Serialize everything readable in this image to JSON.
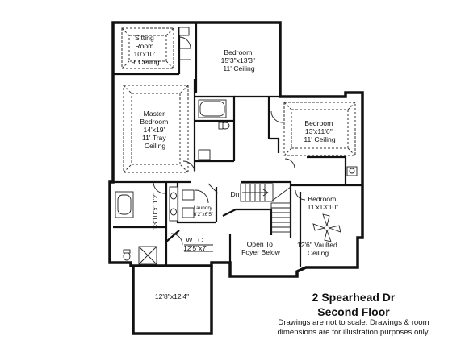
{
  "rooms": [
    {
      "id": "sitting",
      "lines": [
        "Sitting",
        "Room",
        "10'x10'",
        "9' Ceiling"
      ]
    },
    {
      "id": "bedroom-top",
      "lines": [
        "Bedroom",
        "15'3\"x13'3\"",
        "11' Ceiling"
      ]
    },
    {
      "id": "master",
      "lines": [
        "Master",
        "Bedroom",
        "14'x19'",
        "11' Tray",
        "Ceiling"
      ]
    },
    {
      "id": "bedroom-right",
      "lines": [
        "Bedroom",
        "13'x11'6\"",
        "11' Ceiling"
      ]
    },
    {
      "id": "bedroom-lower",
      "lines": [
        "Bedroom",
        "11'x13'10\""
      ]
    },
    {
      "id": "vaulted",
      "lines": [
        "12'6\" Vaulted",
        "Ceiling"
      ]
    },
    {
      "id": "open-foyer",
      "lines": [
        "Open To",
        "Foyer Below"
      ]
    },
    {
      "id": "wic",
      "lines": [
        "W.I.C",
        "12'5\"x7'"
      ]
    },
    {
      "id": "laundry",
      "lines": [
        "Laundry",
        "6'2\"x6'5\""
      ]
    },
    {
      "id": "bath-dim",
      "lines": [
        "13'10\"x11'2\""
      ]
    },
    {
      "id": "bonus",
      "lines": [
        "12'8\"x12'4\""
      ]
    }
  ],
  "stair_label": "Dn",
  "caption": {
    "address": "2 Spearhead Dr",
    "floor": "Second Floor",
    "note_line1": "Drawings are not to scale. Drawings & room",
    "note_line2": "dimensions are for illustration purposes only."
  }
}
